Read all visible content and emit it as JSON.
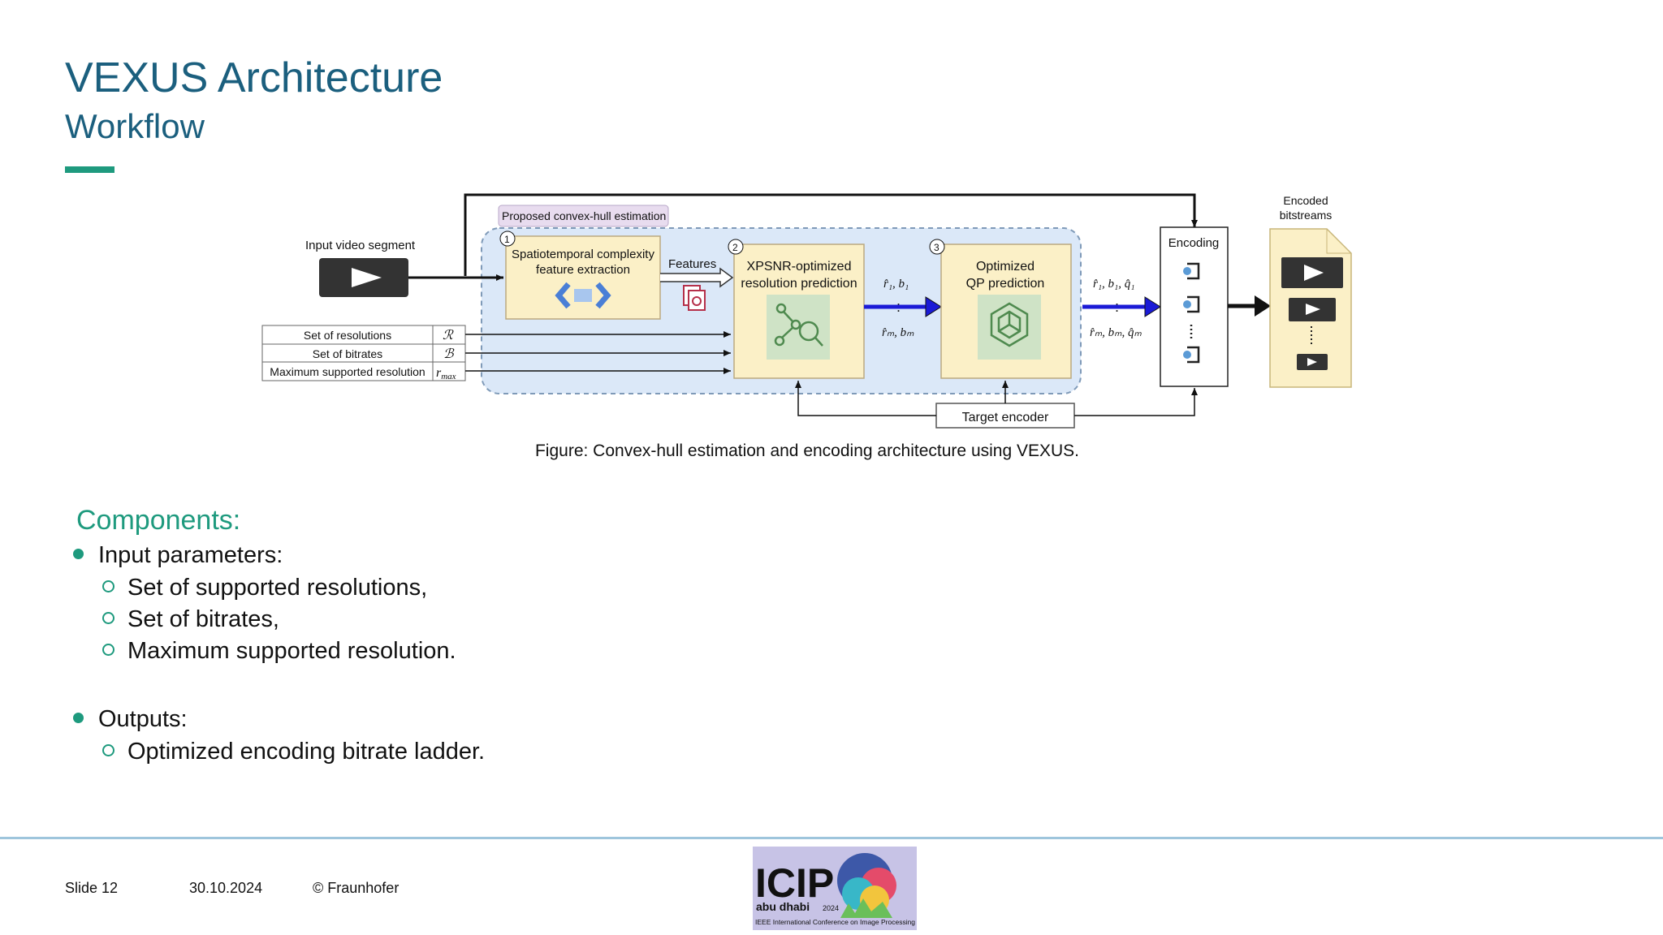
{
  "slide": {
    "title": "VEXUS Architecture",
    "subtitle": "Workflow"
  },
  "figure": {
    "input_label": "Input video segment",
    "proposed_label": "Proposed convex-hull estimation",
    "step1_num": "1",
    "step1_line1": "Spatiotemporal complexity",
    "step1_line2": "feature extraction",
    "features_label": "Features",
    "step2_num": "2",
    "step2_line1": "XPSNR-optimized",
    "step2_line2": "resolution prediction",
    "step3_num": "3",
    "step3_line1": "Optimized",
    "step3_line2": "QP prediction",
    "params_table": [
      {
        "label": "Set of resolutions",
        "symbol": "ℛ"
      },
      {
        "label": "Set of bitrates",
        "symbol": "ℬ"
      },
      {
        "label": "Maximum supported resolution",
        "symbol": "r",
        "symbol_sub": "max"
      }
    ],
    "mid_top_math": "r̂₁, b₁",
    "mid_bottom_math": "r̂ₘ, bₘ",
    "right_top_math": "r̂₁, b₁, q̂₁",
    "right_bottom_math": "r̂ₘ, bₘ, q̂ₘ",
    "vdots": ":",
    "encoding_label": "Encoding",
    "target_encoder_label": "Target encoder",
    "encoded_line1": "Encoded",
    "encoded_line2": "bitstreams",
    "caption": "Figure: Convex-hull estimation and encoding architecture using VEXUS."
  },
  "content": {
    "components_heading": "Components:",
    "bullets": [
      {
        "text": "Input parameters:",
        "children": [
          "Set of supported resolutions,",
          "Set of bitrates,",
          "Maximum supported resolution."
        ]
      },
      {
        "text": "Outputs:",
        "children": [
          "Optimized encoding bitrate ladder."
        ]
      }
    ]
  },
  "footer": {
    "slide": "Slide 12",
    "date": "30.10.2024",
    "copyright": "© Fraunhofer"
  },
  "logo": {
    "text": "ICIP",
    "location": "abu dhabi",
    "year": "2024",
    "tagline": "IEEE International Conference on Image Processing"
  },
  "colors": {
    "title": "#1b5f7e",
    "accent": "#1e9a7e",
    "arrow_blue": "#1a1ad6",
    "module_fill": "#fbf0c7",
    "proposed_fill": "#dbe8f8"
  }
}
